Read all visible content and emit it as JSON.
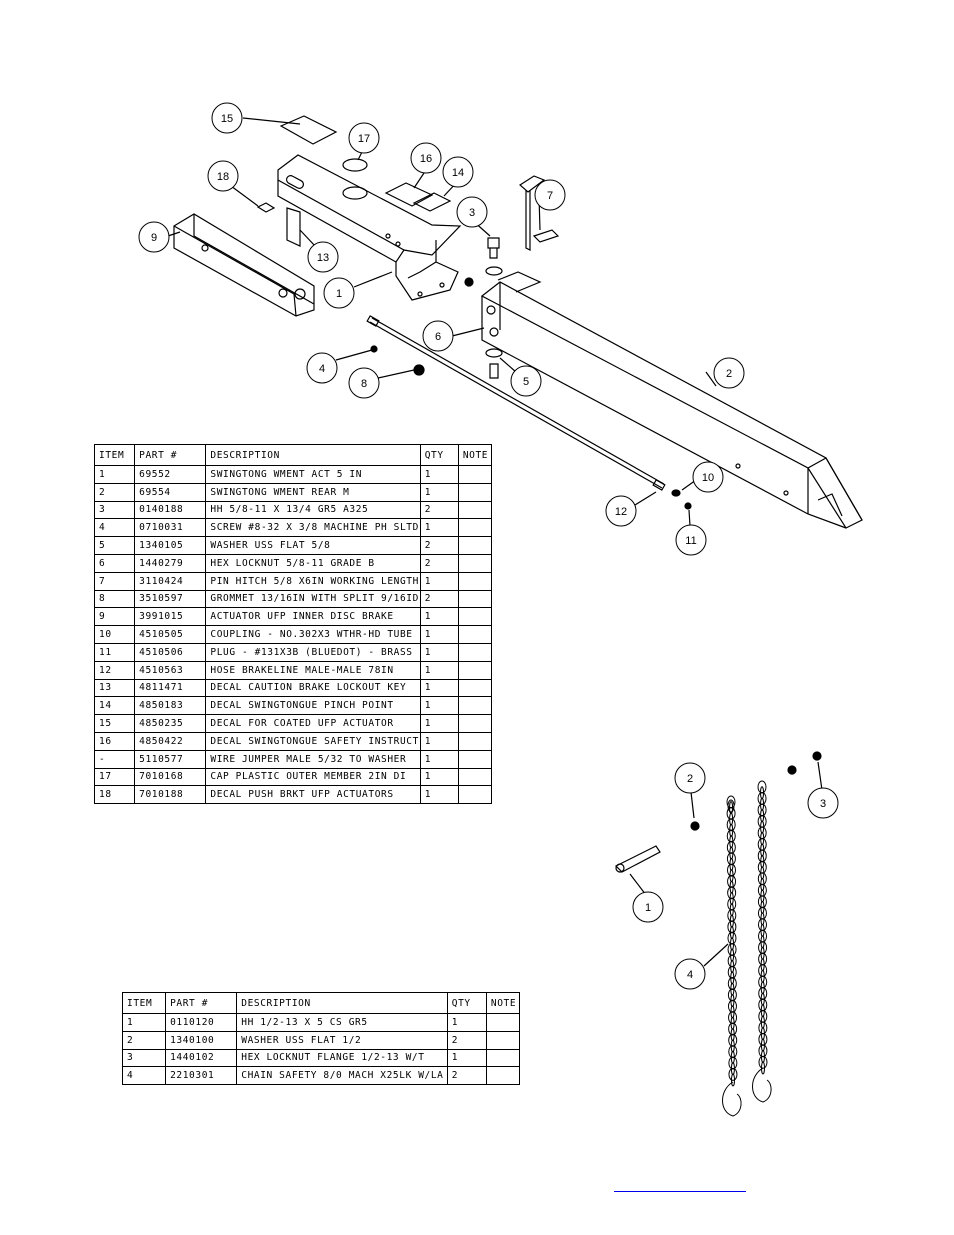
{
  "top_drawing": {
    "callouts": [
      "15",
      "17",
      "16",
      "14",
      "18",
      "7",
      "3",
      "9",
      "13",
      "1",
      "6",
      "2",
      "4",
      "8",
      "5",
      "10",
      "12",
      "11"
    ]
  },
  "bom1": {
    "headers": [
      "ITEM",
      "PART #",
      "DESCRIPTION",
      "QTY",
      "NOTE"
    ],
    "rows": [
      [
        "1",
        "69552",
        "SWINGTONG WMENT ACT 5 IN",
        "1",
        ""
      ],
      [
        "2",
        "69554",
        "SWINGTONG WMENT REAR M",
        "1",
        ""
      ],
      [
        "3",
        "0140188",
        "HH 5/8-11 X 13/4  GR5 A325",
        "2",
        ""
      ],
      [
        "4",
        "0710031",
        "SCREW #8-32 X 3/8 MACHINE PH SLTD",
        "1",
        ""
      ],
      [
        "5",
        "1340105",
        "WASHER USS FLAT 5/8",
        "2",
        ""
      ],
      [
        "6",
        "1440279",
        "HEX LOCKNUT 5/8-11 GRADE B",
        "2",
        ""
      ],
      [
        "7",
        "3110424",
        "PIN HITCH 5/8 X6IN WORKING LENGTH",
        "1",
        ""
      ],
      [
        "8",
        "3510597",
        "GROMMET 13/16IN  WITH SPLIT 9/16ID",
        "2",
        ""
      ],
      [
        "9",
        "3991015",
        "ACTUATOR UFP INNER  DISC BRAKE",
        "1",
        ""
      ],
      [
        "10",
        "4510505",
        "COUPLING - NO.302X3 WTHR-HD TUBE",
        "1",
        ""
      ],
      [
        "11",
        "4510506",
        "PLUG - #131X3B (BLUEDOT) - BRASS",
        "1",
        ""
      ],
      [
        "12",
        "4510563",
        "HOSE BRAKELINE MALE-MALE 78IN",
        "1",
        ""
      ],
      [
        "13",
        "4811471",
        "DECAL CAUTION BRAKE LOCKOUT KEY",
        "1",
        ""
      ],
      [
        "14",
        "4850183",
        "DECAL SWINGTONGUE PINCH POINT",
        "1",
        ""
      ],
      [
        "15",
        "4850235",
        "DECAL FOR COATED UFP ACTUATOR",
        "1",
        ""
      ],
      [
        "16",
        "4850422",
        "DECAL SWINGTONGUE SAFETY INSTRUCT",
        "1",
        ""
      ],
      [
        "-",
        "5110577",
        "WIRE JUMPER MALE 5/32 TO WASHER",
        "1",
        ""
      ],
      [
        "17",
        "7010168",
        "CAP  PLASTIC OUTER MEMBER 2IN DI",
        "1",
        ""
      ],
      [
        "18",
        "7010188",
        "DECAL PUSH BRKT UFP ACTUATORS",
        "1",
        ""
      ]
    ]
  },
  "bom2": {
    "headers": [
      "ITEM",
      "PART #",
      "DESCRIPTION",
      "QTY",
      "NOTE"
    ],
    "rows": [
      [
        "1",
        "0110120",
        "HH 1/2-13 X 5 CS GR5",
        "1",
        ""
      ],
      [
        "2",
        "1340100",
        "WASHER USS FLAT 1/2",
        "2",
        ""
      ],
      [
        "3",
        "1440102",
        "HEX LOCKNUT FLANGE 1/2-13 W/T",
        "1",
        ""
      ],
      [
        "4",
        "2210301",
        "CHAIN SAFETY 8/0 MACH X25LK W/LA",
        "2",
        ""
      ]
    ]
  },
  "chain_drawing": {
    "callouts": [
      "2",
      "3",
      "1",
      "4"
    ]
  }
}
